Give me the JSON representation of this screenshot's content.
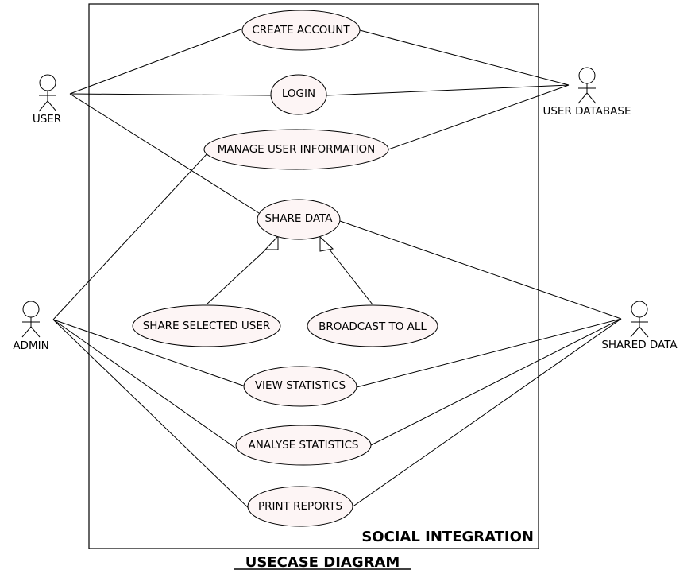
{
  "system": {
    "label": "SOCIAL INTEGRATION"
  },
  "title": "USECASE DIAGRAM",
  "actors": {
    "user": "USER",
    "admin": "ADMIN",
    "user_database": "USER DATABASE",
    "shared_data": "SHARED DATA"
  },
  "use_cases": {
    "create_account": "CREATE ACCOUNT",
    "login": "LOGIN",
    "manage_user_info": "MANAGE USER INFORMATION",
    "share_data": "SHARE DATA",
    "share_selected_user": "SHARE SELECTED USER",
    "broadcast_to_all": "BROADCAST TO ALL",
    "view_statistics": "VIEW STATISTICS",
    "analyse_statistics": "ANALYSE STATISTICS",
    "print_reports": "PRINT REPORTS"
  },
  "colors": {
    "use_case_fill": "#fdf5f5",
    "stroke": "#000000"
  }
}
